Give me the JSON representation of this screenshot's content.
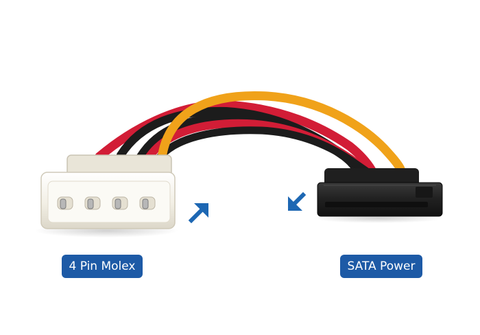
{
  "image": {
    "background_color": "#ffffff",
    "subject": "4-pin Molex to SATA power adapter cable"
  },
  "labels": {
    "molex": "4 Pin Molex",
    "sata": "SATA Power"
  },
  "colors": {
    "badge": "#1d5aa6",
    "arrow": "#1d67b3",
    "wire_yellow": "#f0a21a",
    "wire_red": "#d21d36",
    "wire_black": "#1c1c1c",
    "molex_body": "#f4f2ea",
    "sata_body": "#2a2a2a",
    "pin": "#b7b7b7"
  },
  "icons": {
    "molex_arrow": "arrow-up-right-icon",
    "sata_arrow": "arrow-down-left-icon"
  }
}
